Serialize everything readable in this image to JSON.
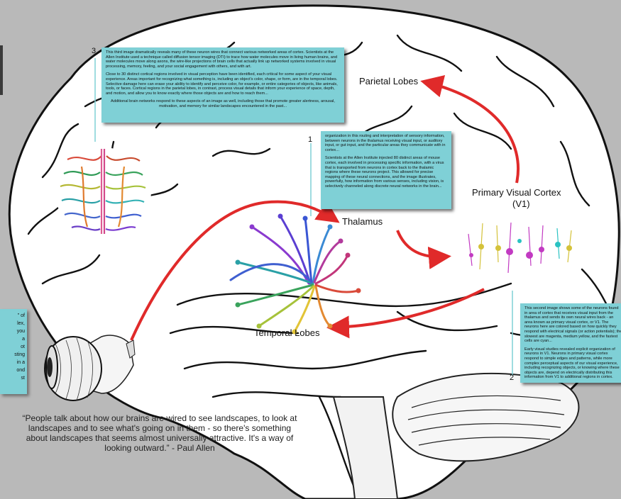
{
  "labels": {
    "parietal": "Parietal Lobes",
    "thalamus": "Thalamus",
    "temporal": "Temporal Lobes",
    "v1_line1": "Primary Visual Cortex",
    "v1_line2": "(V1)"
  },
  "callouts": {
    "c3": {
      "number": "3",
      "p1": "This third image dramatically reveals many of these neuron wires that connect various networked areas of cortex. Scientists at the Allen Institute used a technique called diffusion tensor imaging (DTI) to trace how water molecules move in living human brains, and water molecules move along axons, the wire-like projections of brain cells that actually link up networked systems involved in visual processing, memory, feeling, and your social engagement with others, and with art.",
      "p2": "Close to 30 distinct cortical regions involved in visual perception have been identified, each critical for some aspect of your visual experience. Areas important for recognizing what something is, including an object's color, shape, or form, are in the temporal lobes. Selective damage here can erase your ability to identify and perceive color, for example, or entire categories of objects, like animals, tools, or faces. Cortical regions in the parietal lobes, in contrast, process visual details that inform your experience of space, depth, and motion, and allow you to know exactly where those objects are and how to reach them...",
      "p3": "Additional brain networks respond to these aspects of an image as well, including those that promote greater alertness, arousal, motivation, and memory for similar landscapes encountered in the past..."
    },
    "c1": {
      "number": "1",
      "p1": "organization in this routing and interpretation of sensory information, between neurons in the thalamus receiving visual input, or auditory input, or gut input, and the particular areas they communicate with in cortex...",
      "p2": "Scientists at the Allen Institute injected 80 distinct areas of mouse cortex, each involved in processing specific information, with a virus that is transported from neurons in cortex back to the thalamic regions where these neurons project. This allowed for precise mapping of these neural connections, and the image illustrates, powerfully, how information from various senses, including vision, is selectively channeled along discrete neural networks in the brain..."
    },
    "c2": {
      "number": "2",
      "p1": "This second image shows some of the neurons found in area of cortex that receives visual input from the thalamus and sends its own neural wires back - an area known as primary visual cortex, or V1. The neurons here are colored based on how quickly they respond with electrical signals (or action potentials); the slowest are magenta, medium yellow, and the fastest cells are cyan...",
      "p2": "Early visual studies revealed explicit organization of neurons in V1. Neurons in primary visual cortex respond to simple edges and patterns, while more complex perceptual aspects of our visual experience, including recognizing objects, or knowing where these objects are, depend on electrically distributing this information from V1 to additional regions in cortex."
    }
  },
  "left_fragment": [
    "\" of",
    "lex,",
    "you",
    "a",
    "ot",
    "sting",
    "in a",
    "ond",
    "st"
  ],
  "quote": "“People talk about how our brains are wired to see landscapes, to look at landscapes and to see what's going on in them - so there's something about landscapes that seems almost universally attractive. It's a way of looking outward.” - Paul Allen",
  "colors": {
    "background": "#b9b9b9",
    "brain_fill": "#ffffff",
    "callout": "#7fd0d6",
    "arrow": "#e02a2a",
    "leader": "#7fd0d6"
  }
}
